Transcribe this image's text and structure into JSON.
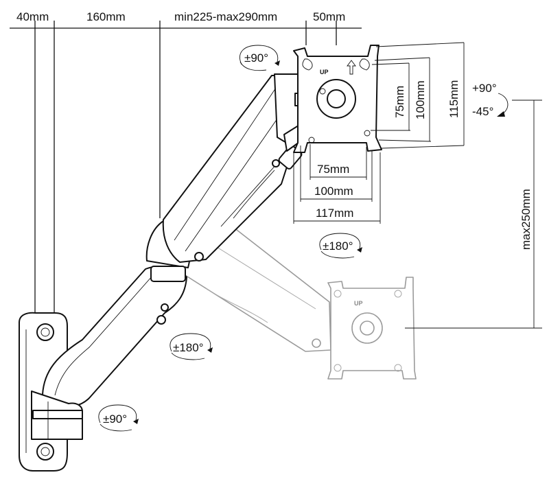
{
  "dimensions": {
    "wall_offset": "40mm",
    "arm_lower": "160mm",
    "arm_upper": "min225-max290mm",
    "head": "50mm",
    "height_adjust": "max250mm",
    "plate_h_75": "75mm",
    "plate_h_100": "100mm",
    "plate_h_117": "117mm",
    "plate_v_75": "75mm",
    "plate_v_100": "100mm",
    "plate_v_115": "115mm"
  },
  "rotations": {
    "top_swivel": "±90°",
    "tilt_up": "+90°",
    "tilt_down": "-45°",
    "screen_rotate": "±180°",
    "elbow_swivel": "±180°",
    "base_swivel": "±90°"
  },
  "plate_marking": "UP",
  "colors": {
    "line": "#111111",
    "ghost": "#9a9a9a",
    "background": "#ffffff"
  }
}
